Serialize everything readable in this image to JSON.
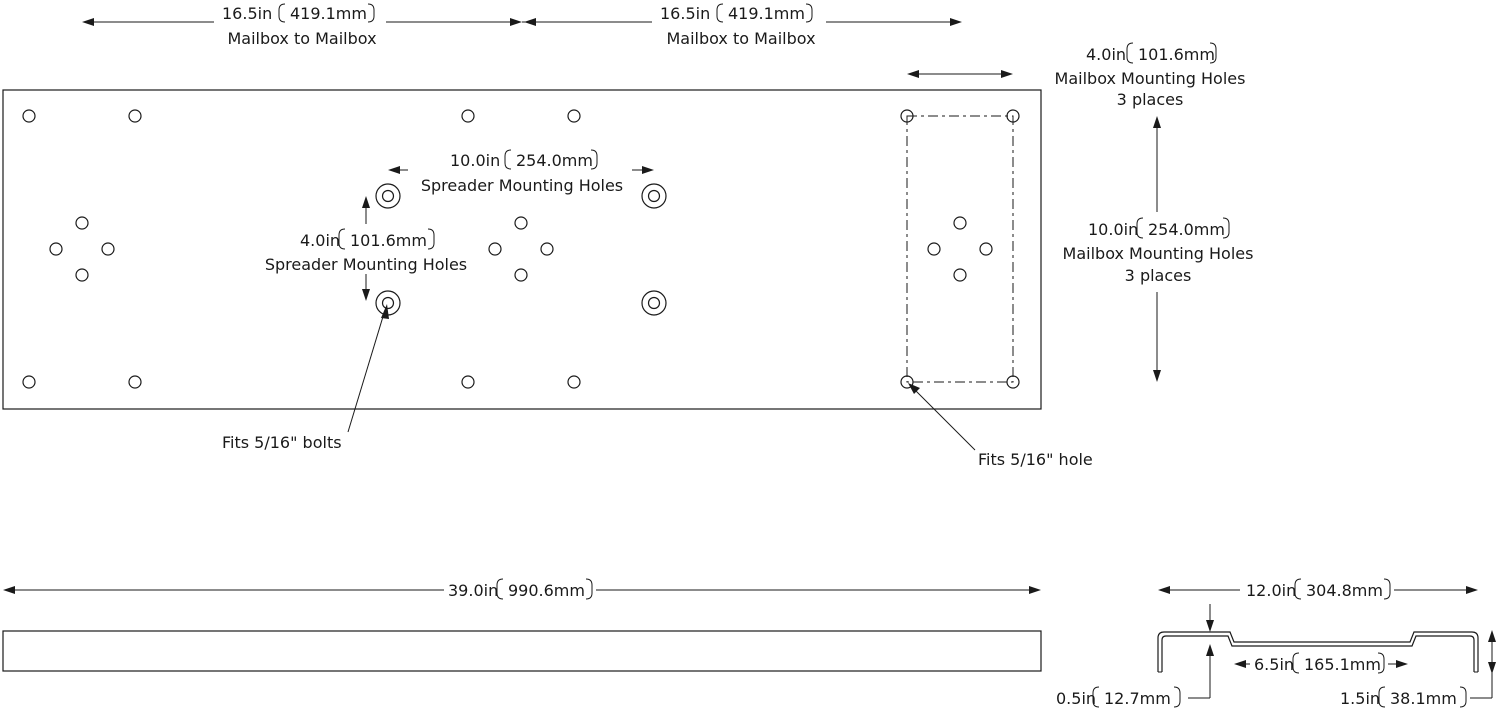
{
  "dimensions": {
    "mailbox_spacing_1": {
      "value": "16.5in",
      "metric": "419.1mm",
      "caption": "Mailbox to Mailbox"
    },
    "mailbox_spacing_2": {
      "value": "16.5in",
      "metric": "419.1mm",
      "caption": "Mailbox to Mailbox"
    },
    "mailbox_holes_width": {
      "value": "4.0in",
      "metric": "101.6mm",
      "caption": "Mailbox Mounting Holes",
      "note": "3 places"
    },
    "mailbox_holes_height": {
      "value": "10.0in",
      "metric": "254.0mm",
      "caption": "Mailbox Mounting Holes",
      "note": "3 places"
    },
    "spreader_holes_width": {
      "value": "10.0in",
      "metric": "254.0mm",
      "caption": "Spreader Mounting Holes"
    },
    "spreader_holes_height": {
      "value": "4.0in",
      "metric": "101.6mm",
      "caption": "Spreader Mounting Holes"
    },
    "overall_length": {
      "value": "39.0in",
      "metric": "990.6mm"
    },
    "profile_width": {
      "value": "12.0in",
      "metric": "304.8mm"
    },
    "channel_width": {
      "value": "6.5in",
      "metric": "165.1mm"
    },
    "channel_depth": {
      "value": "0.5in",
      "metric": "12.7mm"
    },
    "profile_height": {
      "value": "1.5in",
      "metric": "38.1mm"
    }
  },
  "callouts": {
    "bolts": "Fits 5/16\" bolts",
    "hole": "Fits 5/16\" hole"
  },
  "colors": {
    "line": "#1a1a1a",
    "background": "#ffffff"
  }
}
